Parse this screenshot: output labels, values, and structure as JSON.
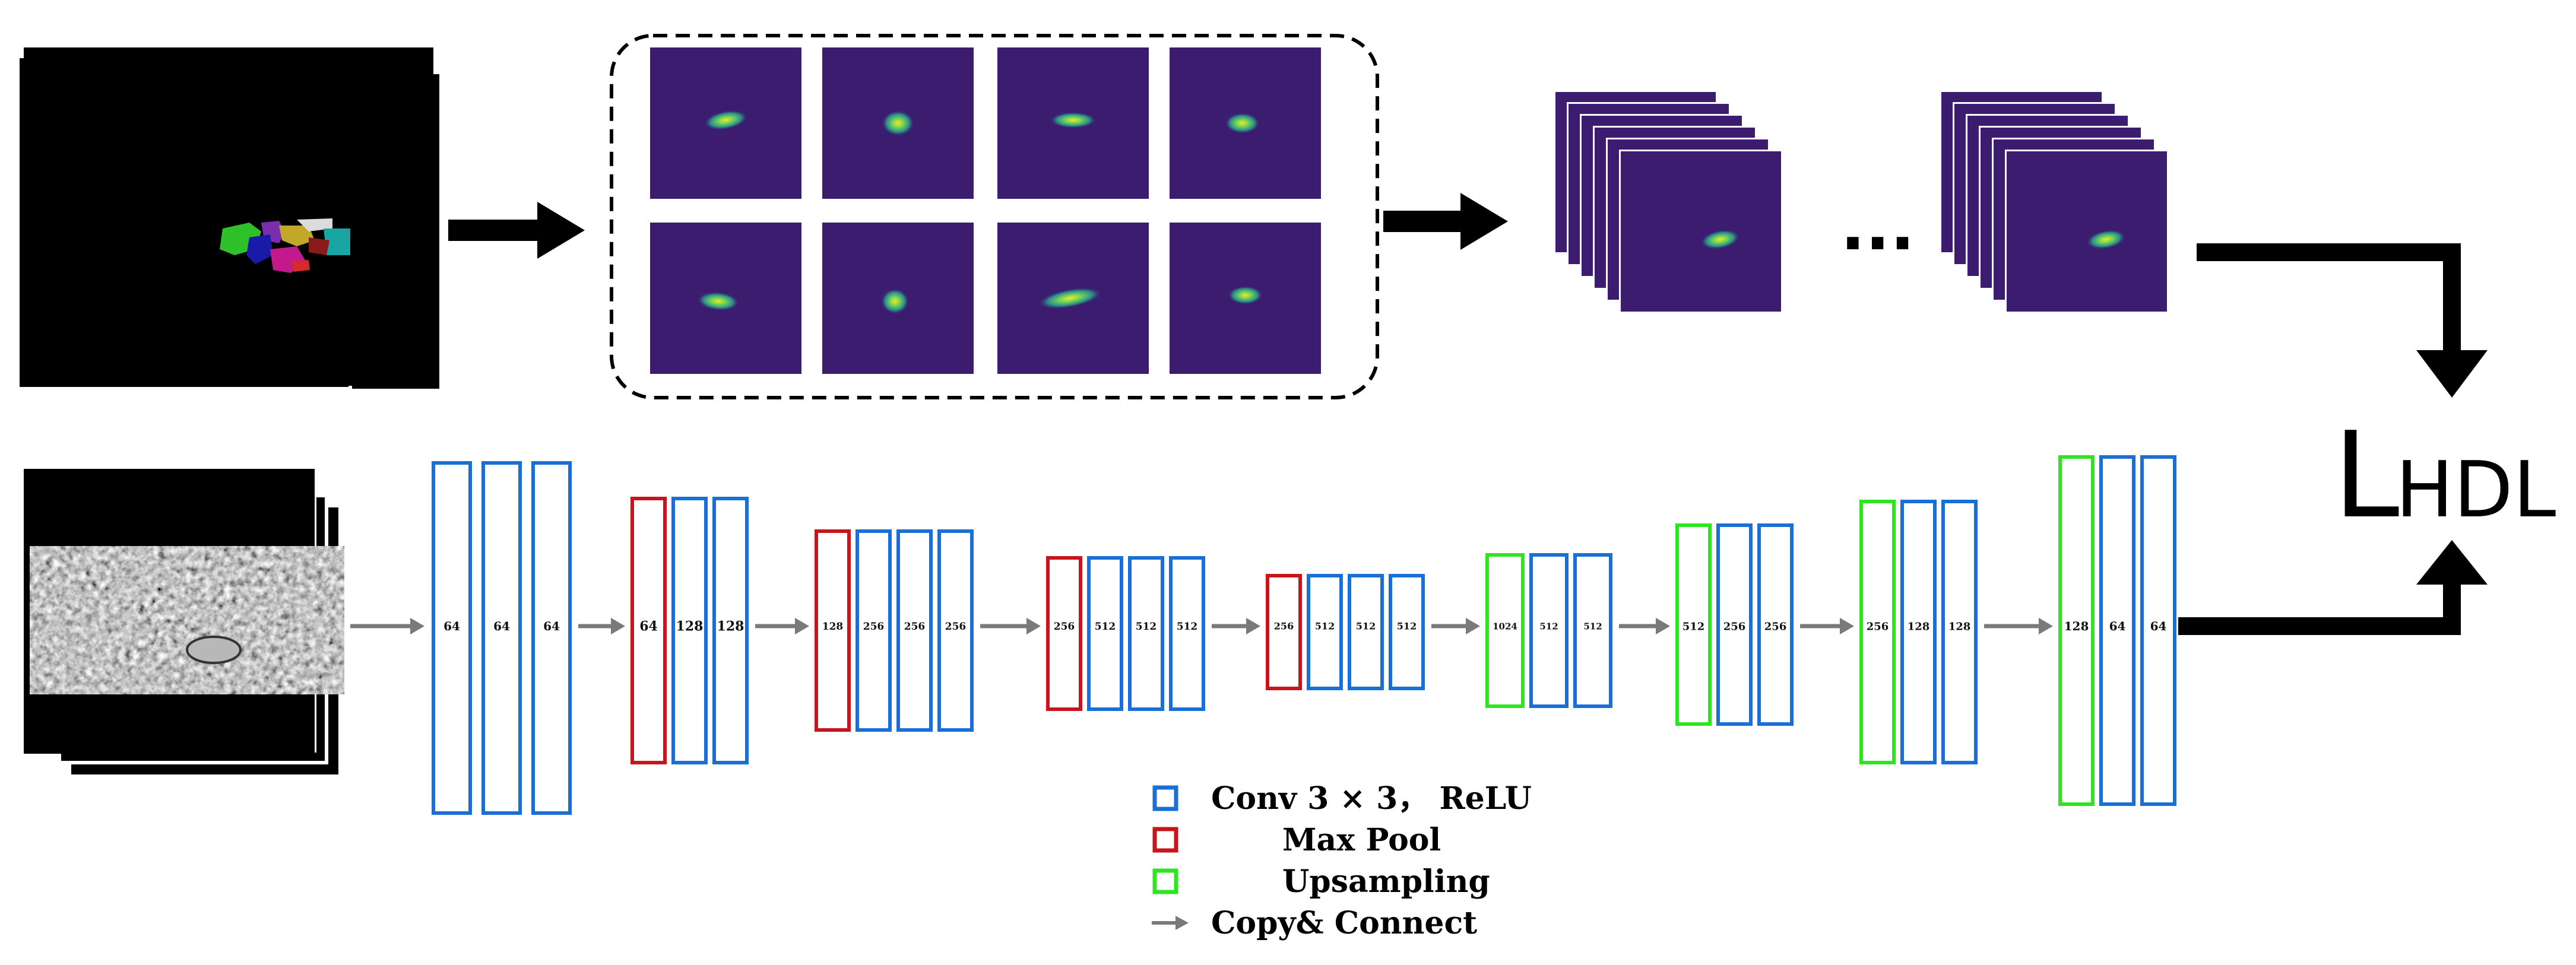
{
  "colors": {
    "conv": "#1a6fd6",
    "pool": "#c8141c",
    "upsample": "#2fe51f",
    "arrow_small": "#7a7a7a",
    "arrow_big": "#000000",
    "heatmap_bg": "#3b1c6e",
    "heatmap_hot": "#f3e820"
  },
  "loss": {
    "main": "L",
    "sub": "HDL"
  },
  "ellipsis": "...",
  "network": {
    "groups": [
      {
        "blocks": [
          {
            "kind": "conv",
            "label": "64"
          },
          {
            "kind": "conv",
            "label": "64"
          },
          {
            "kind": "conv",
            "label": "64"
          }
        ]
      },
      {
        "blocks": [
          {
            "kind": "pool",
            "label": "64"
          },
          {
            "kind": "conv",
            "label": "128"
          },
          {
            "kind": "conv",
            "label": "128"
          }
        ]
      },
      {
        "blocks": [
          {
            "kind": "pool",
            "label": "128"
          },
          {
            "kind": "conv",
            "label": "256"
          },
          {
            "kind": "conv",
            "label": "256"
          },
          {
            "kind": "conv",
            "label": "256"
          }
        ]
      },
      {
        "blocks": [
          {
            "kind": "pool",
            "label": "256"
          },
          {
            "kind": "conv",
            "label": "512"
          },
          {
            "kind": "conv",
            "label": "512"
          },
          {
            "kind": "conv",
            "label": "512"
          }
        ]
      },
      {
        "blocks": [
          {
            "kind": "pool",
            "label": "256"
          },
          {
            "kind": "conv",
            "label": "512"
          },
          {
            "kind": "conv",
            "label": "512"
          },
          {
            "kind": "conv",
            "label": "512"
          }
        ]
      },
      {
        "blocks": [
          {
            "kind": "up",
            "label": "1024"
          },
          {
            "kind": "conv",
            "label": "512"
          },
          {
            "kind": "conv",
            "label": "512"
          }
        ]
      },
      {
        "blocks": [
          {
            "kind": "up",
            "label": "512"
          },
          {
            "kind": "conv",
            "label": "256"
          },
          {
            "kind": "conv",
            "label": "256"
          }
        ]
      },
      {
        "blocks": [
          {
            "kind": "up",
            "label": "256"
          },
          {
            "kind": "conv",
            "label": "128"
          },
          {
            "kind": "conv",
            "label": "128"
          }
        ]
      },
      {
        "blocks": [
          {
            "kind": "up",
            "label": "128"
          },
          {
            "kind": "conv",
            "label": "64"
          },
          {
            "kind": "conv",
            "label": "64"
          }
        ]
      }
    ]
  },
  "legend": [
    {
      "kind": "conv",
      "label": "Conv 3 × 3，  ReLU"
    },
    {
      "kind": "pool",
      "label": "Max Pool"
    },
    {
      "kind": "up",
      "label": "Upsampling"
    },
    {
      "kind": "arrow",
      "label": "Copy& Connect"
    }
  ]
}
